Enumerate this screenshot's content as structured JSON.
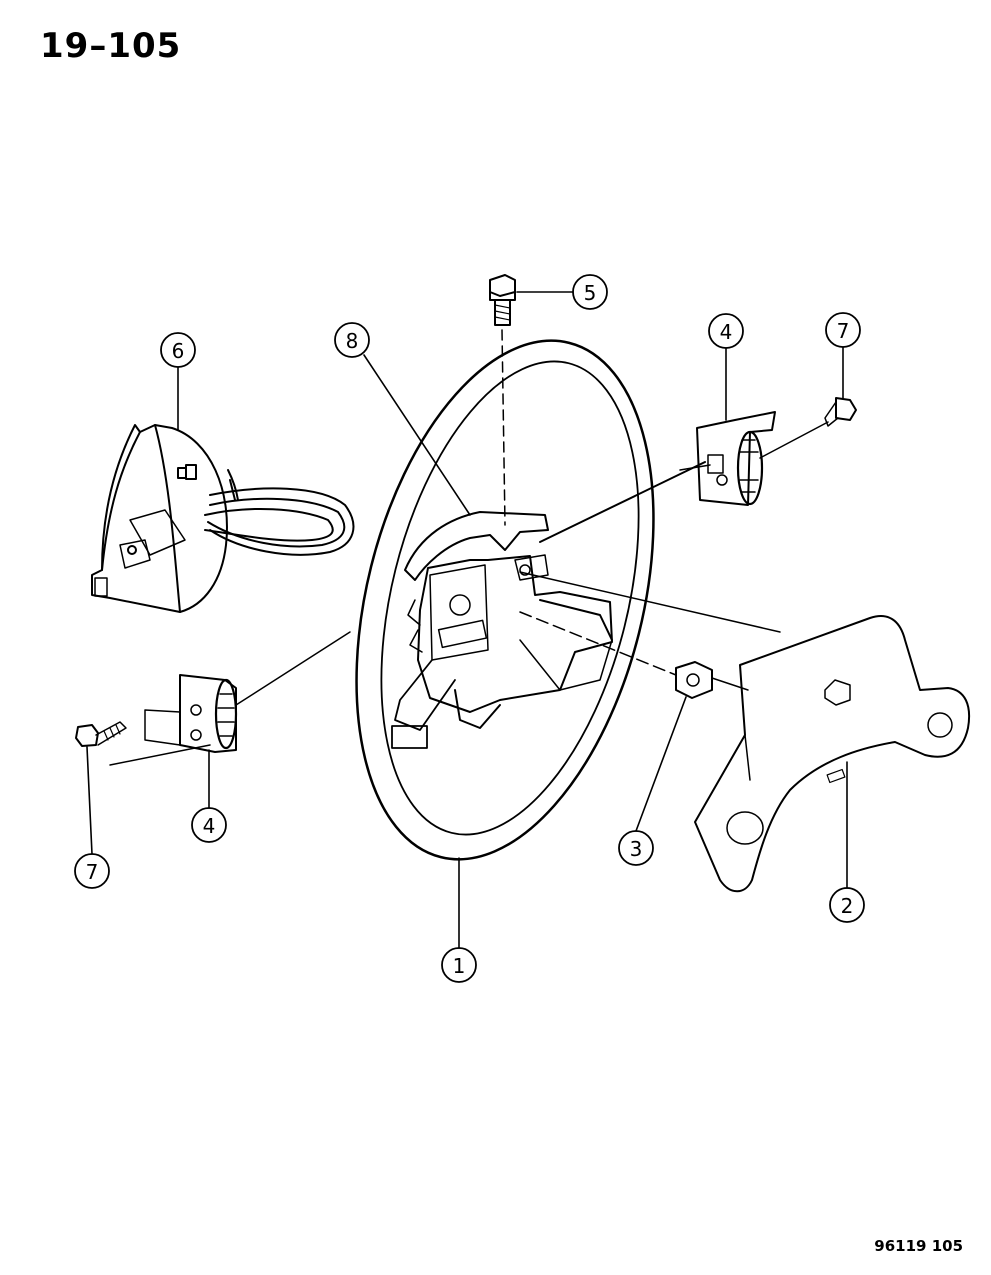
{
  "page_number": "19–105",
  "drawing_number": "96119  105",
  "callouts": [
    {
      "id": "callout-1",
      "label": "1"
    },
    {
      "id": "callout-2",
      "label": "2"
    },
    {
      "id": "callout-3",
      "label": "3"
    },
    {
      "id": "callout-4-right",
      "label": "4"
    },
    {
      "id": "callout-4-left",
      "label": "4"
    },
    {
      "id": "callout-5",
      "label": "5"
    },
    {
      "id": "callout-6",
      "label": "6"
    },
    {
      "id": "callout-7-right",
      "label": "7"
    },
    {
      "id": "callout-7-left",
      "label": "7"
    },
    {
      "id": "callout-8",
      "label": "8"
    }
  ]
}
